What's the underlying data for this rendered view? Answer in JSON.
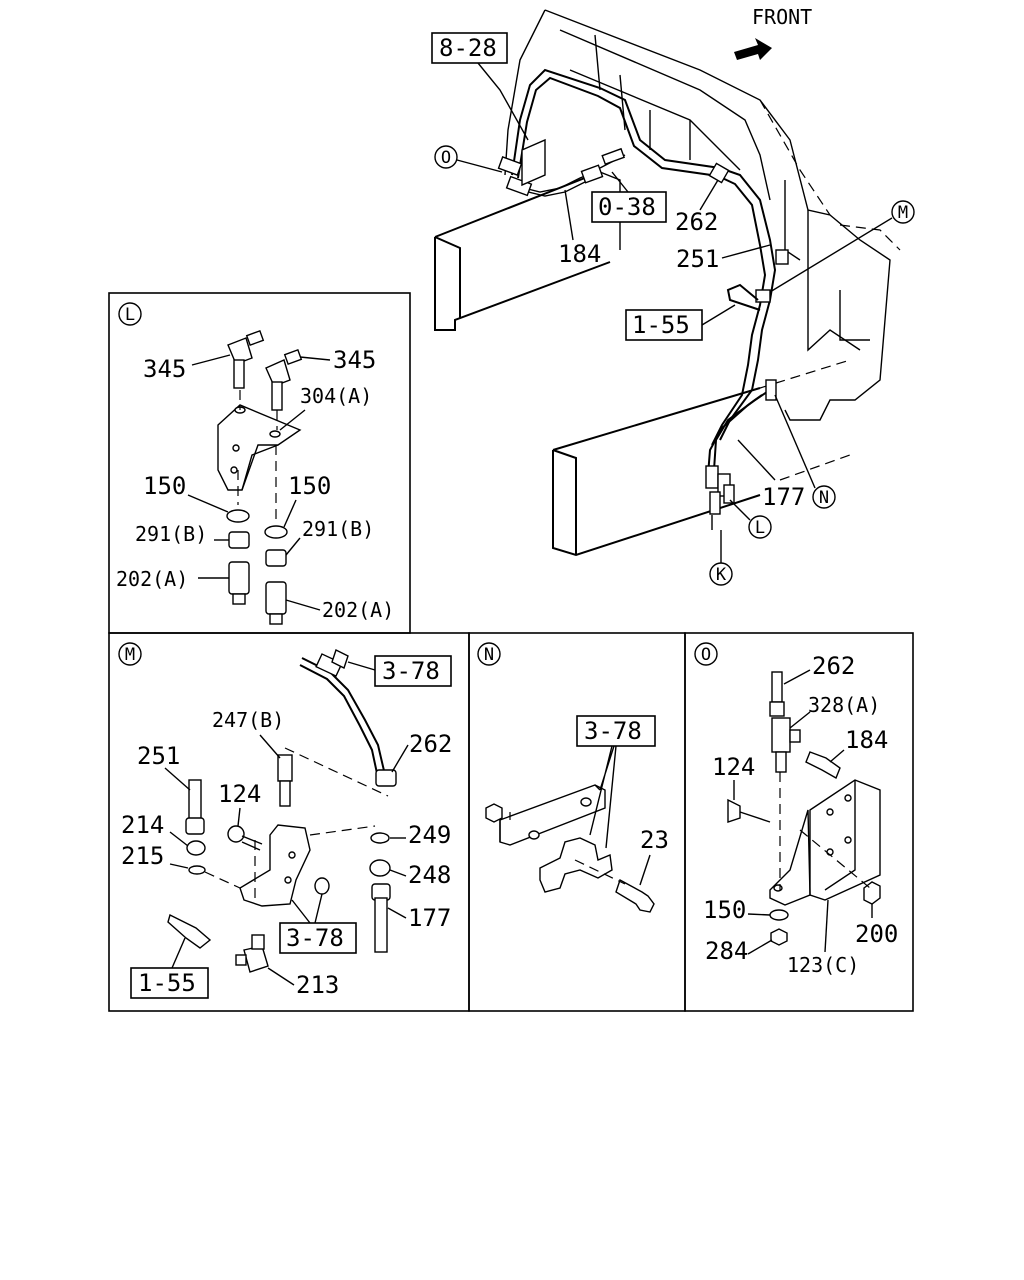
{
  "front_label": "FRONT",
  "main": {
    "ref_8_28": "8-28",
    "ref_0_38": "0-38",
    "ref_1_55": "1-55",
    "p184": "184",
    "p262": "262",
    "p251": "251",
    "p177": "177",
    "c_O": "O",
    "c_M": "M",
    "c_N": "N",
    "c_L": "L",
    "c_K": "K"
  },
  "panel_L": {
    "tag": "L",
    "p345a": "345",
    "p345b": "345",
    "p304": "304(A)",
    "p150a": "150",
    "p150b": "150",
    "p291a": "291(B)",
    "p291b": "291(B)",
    "p202a": "202(A)",
    "p202b": "202(A)"
  },
  "panel_M": {
    "tag": "M",
    "ref_3_78a": "3-78",
    "ref_3_78b": "3-78",
    "ref_1_55": "1-55",
    "p247": "247(B)",
    "p262": "262",
    "p251": "251",
    "p124": "124",
    "p214": "214",
    "p215": "215",
    "p249": "249",
    "p248": "248",
    "p177": "177",
    "p213": "213"
  },
  "panel_N": {
    "tag": "N",
    "ref_3_78": "3-78",
    "p23": "23"
  },
  "panel_O": {
    "tag": "O",
    "p262": "262",
    "p328": "328(A)",
    "p184": "184",
    "p124": "124",
    "p150": "150",
    "p284": "284",
    "p200": "200",
    "p123": "123(C)"
  }
}
